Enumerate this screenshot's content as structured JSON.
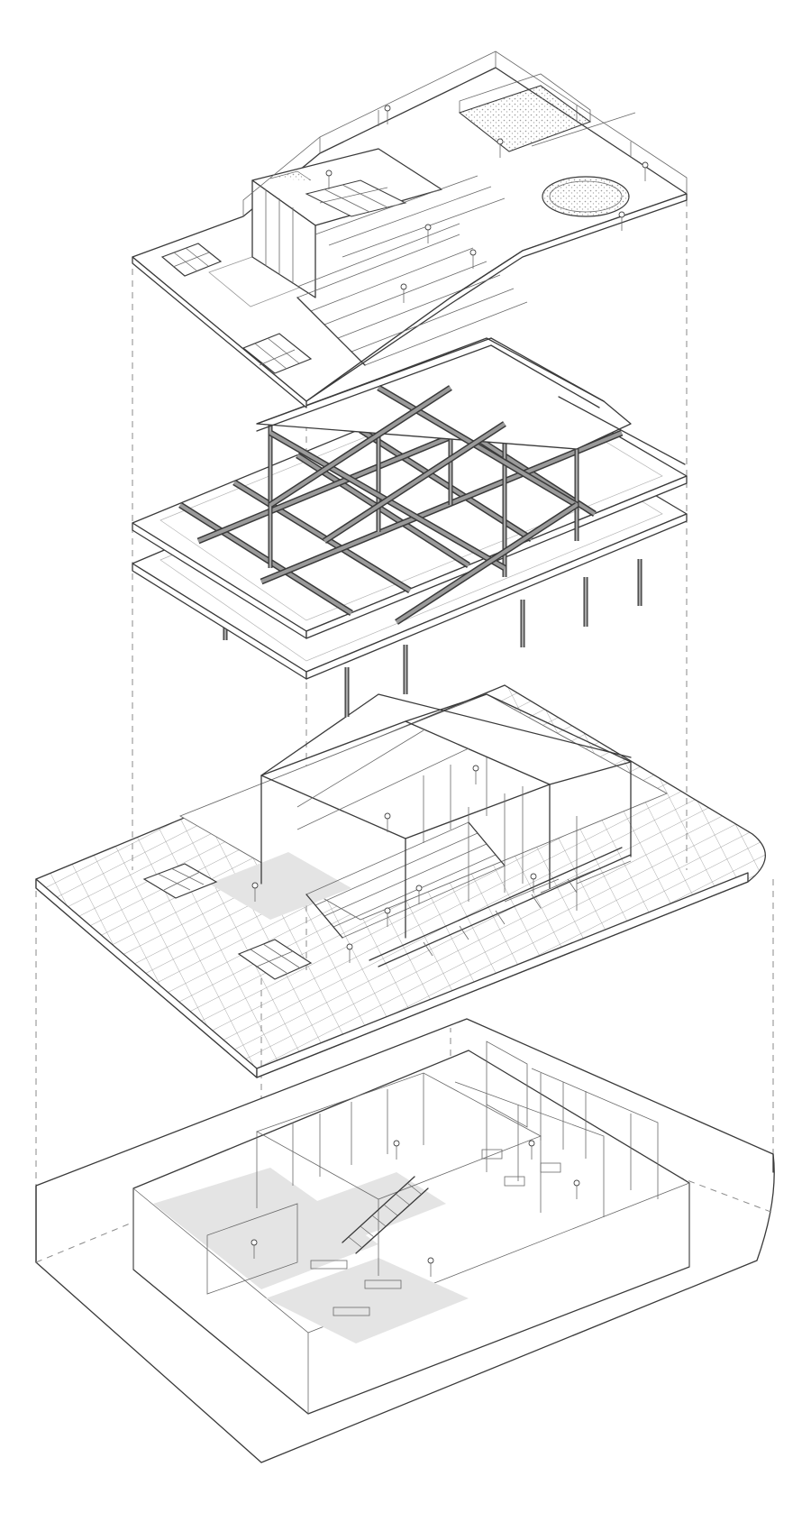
{
  "figure": {
    "type": "exploded-axonometric-drawing",
    "layers": [
      {
        "id": "roof-terrace"
      },
      {
        "id": "structural-frame"
      },
      {
        "id": "ground-floor-with-paving-grid"
      },
      {
        "id": "basement-level"
      }
    ]
  },
  "colors": {
    "line": "#3a3a3a",
    "fill": "#ffffff",
    "shade": "#e4e4e4",
    "dashed-guide": "#8a8a8a"
  }
}
